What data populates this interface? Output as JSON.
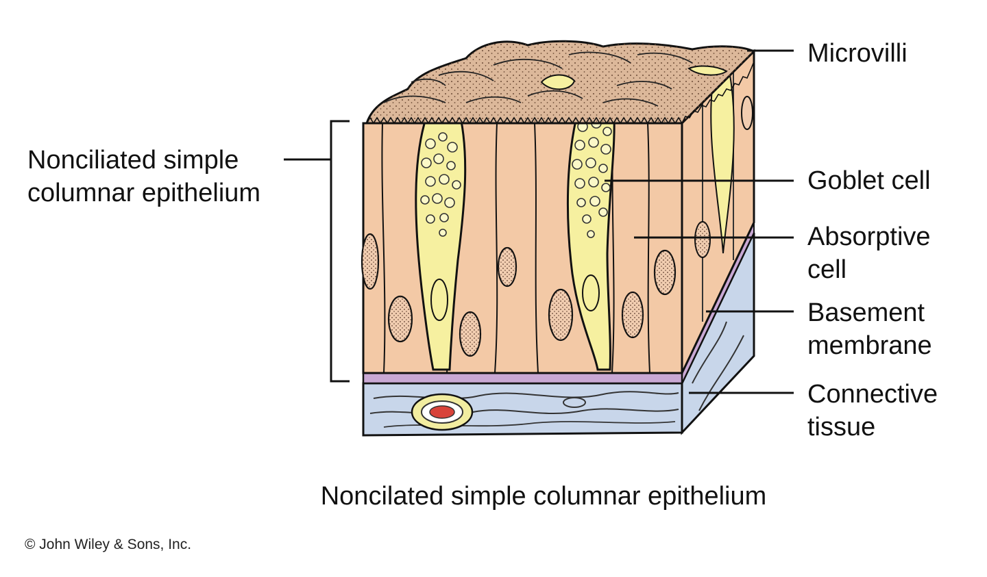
{
  "left_label": {
    "line1": "Nonciliated simple",
    "line2": "columnar epithelium"
  },
  "labels": {
    "microvilli": "Microvilli",
    "goblet_cell": "Goblet cell",
    "absorptive_cell": {
      "line1": "Absorptive",
      "line2": "cell"
    },
    "basement_membrane": {
      "line1": "Basement",
      "line2": "membrane"
    },
    "connective_tissue": {
      "line1": "Connective",
      "line2": "tissue"
    }
  },
  "caption": "Noncilated simple columnar epithelium",
  "copyright": "© John Wiley & Sons, Inc.",
  "colors": {
    "cell_fill": "#f3c9a6",
    "cell_top_fill": "#dcb89a",
    "goblet_fill": "#f6f0a0",
    "basement_membrane": "#c9a8d4",
    "connective_tissue": "#c8d6ea",
    "nucleus_fill": "#f1cdb0",
    "blood_vessel_outer": "#f2eda0",
    "blood_vessel_inner": "#d8433a"
  }
}
